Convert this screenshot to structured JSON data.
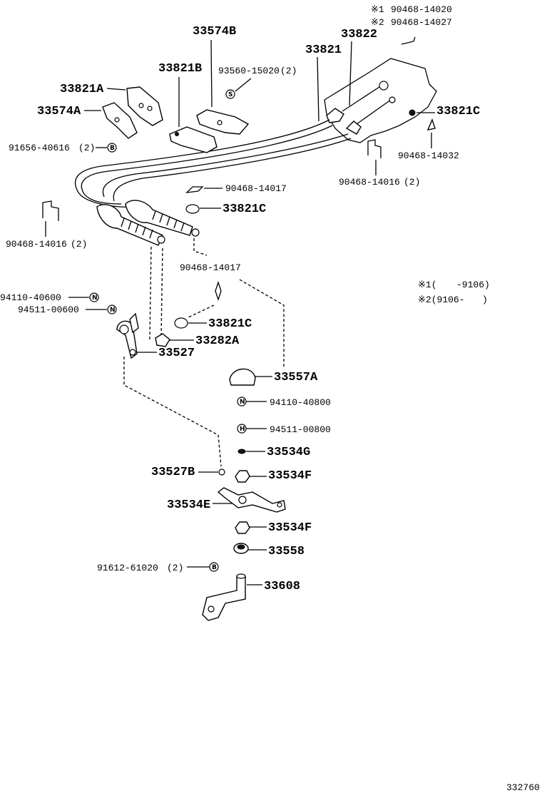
{
  "labels": {
    "p33574B": "33574B",
    "p33822": "33822",
    "p33821": "33821",
    "p33821B": "33821B",
    "p93560": "93560-15020",
    "p93560_qty": "(2)",
    "p33821A": "33821A",
    "p33574A": "33574A",
    "p33821C_a": "33821C",
    "p91656": "91656-40616",
    "p91656_qty": "(2)",
    "p90468_14032": "90468-14032",
    "p90468_14016_a": "90468-14016",
    "p90468_14016_a_qty": "(2)",
    "p90468_14017_a": "90468-14017",
    "p33821C_b": "33821C",
    "p90468_14016_b": "90468-14016",
    "p90468_14016_b_qty": "(2)",
    "p90468_14017_b": "90468-14017",
    "p94110_40600": "94110-40600",
    "p94511_00600": "94511-00600",
    "p33821C_c": "33821C",
    "p33282A": "33282A",
    "p33527": "33527",
    "p33557A": "33557A",
    "p94110_40800": "94110-40800",
    "p94511_00800": "94511-00800",
    "p33534G": "33534G",
    "p33527B": "33527B",
    "p33534F_a": "33534F",
    "p33534E": "33534E",
    "p33534F_b": "33534F",
    "p33558": "33558",
    "p91612": "91612-61020",
    "p91612_qty": "(2)",
    "p33608": "33608",
    "ref1_num": "90468-14020",
    "ref2_num": "90468-14027",
    "ref1_mark": "※1",
    "ref2_mark": "※2",
    "note1_mark": "※1(",
    "note1_range": "-9106)",
    "note2_mark": "※2(9106-",
    "note2_close": ")",
    "diagram_id": "332760"
  },
  "symbols": {
    "s": "S",
    "b": "B",
    "n": "N",
    "h": "H"
  }
}
